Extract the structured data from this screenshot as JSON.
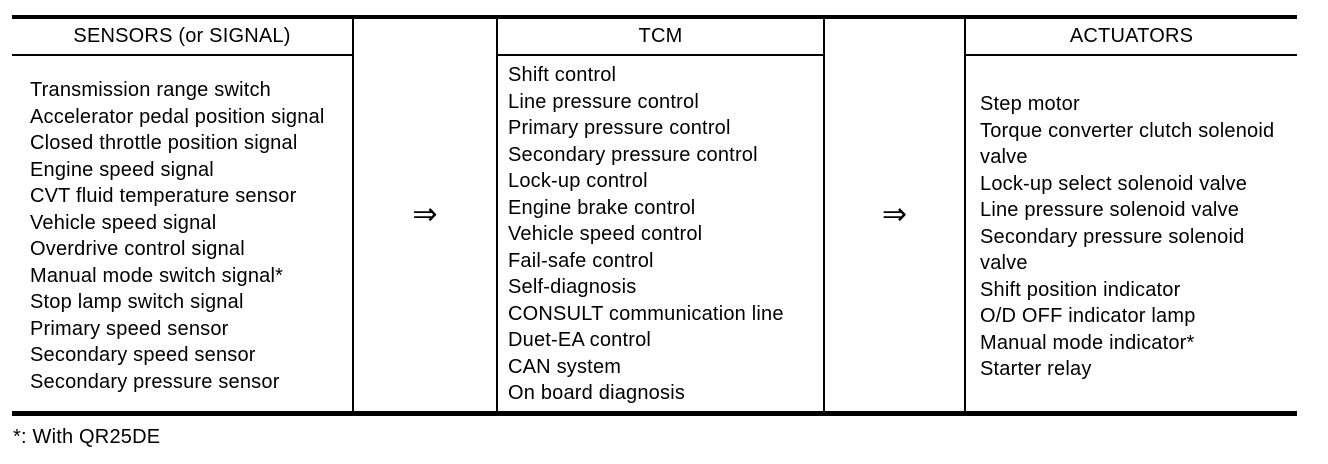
{
  "diagram": {
    "columns": [
      {
        "title": "SENSORS (or SIGNAL)",
        "items": [
          "Transmission range switch",
          "Accelerator pedal position signal",
          "Closed throttle position signal",
          "Engine speed signal",
          "CVT fluid temperature sensor",
          "Vehicle speed signal",
          "Overdrive control signal",
          "Manual mode switch signal*",
          "Stop lamp switch signal",
          "Primary speed sensor",
          "Secondary speed sensor",
          "Secondary pressure sensor"
        ]
      },
      {
        "title": "TCM",
        "items": [
          "Shift control",
          "Line pressure control",
          "Primary pressure control",
          "Secondary pressure control",
          "Lock-up control",
          "Engine brake control",
          "Vehicle speed control",
          "Fail-safe control",
          "Self-diagnosis",
          "CONSULT communication line",
          "Duet-EA control",
          "CAN system",
          "On board diagnosis"
        ]
      },
      {
        "title": "ACTUATORS",
        "items": [
          "Step motor",
          "Torque converter clutch solenoid valve",
          "Lock-up select solenoid valve",
          "Line pressure solenoid valve",
          "Secondary pressure solenoid valve",
          "Shift position indicator",
          "O/D OFF indicator lamp",
          "Manual mode indicator*",
          "Starter relay"
        ]
      }
    ],
    "arrow_glyph": "⇒",
    "footnote": "*: With QR25DE"
  },
  "colors": {
    "ink": "#000000",
    "background": "#ffffff"
  }
}
